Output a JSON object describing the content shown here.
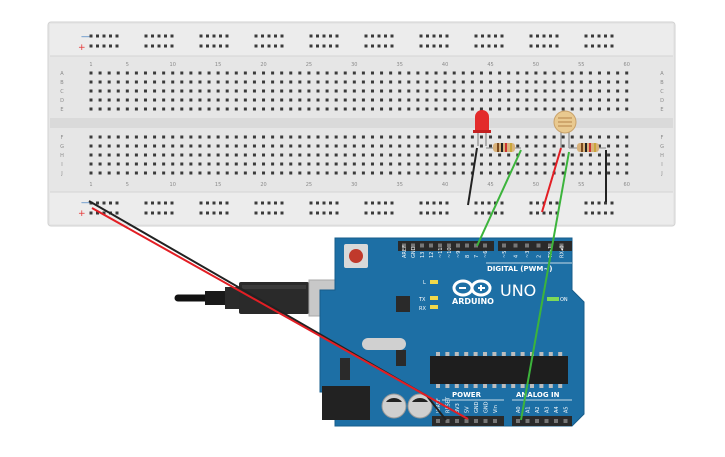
{
  "breadboard": {
    "column_numbers": [
      "1",
      "5",
      "10",
      "15",
      "20",
      "25",
      "30",
      "35",
      "40",
      "45",
      "50",
      "55",
      "60"
    ],
    "row_letters_top": [
      "A",
      "B",
      "C",
      "D",
      "E"
    ],
    "row_letters_bottom": [
      "F",
      "G",
      "H",
      "I",
      "J"
    ],
    "rail_minus": "—",
    "rail_plus": "+"
  },
  "arduino": {
    "brand": "ARDUINO",
    "model": "UNO",
    "on_label": "ON",
    "l_label": "L",
    "tx_label": "TX",
    "rx_label": "RX",
    "digital_header": "DIGITAL (PWM~)",
    "digital_pins": [
      "AREF",
      "GND",
      "13",
      "12",
      "~11",
      "~10",
      "~9",
      "8",
      "7",
      "~6",
      "~5",
      "4",
      "~3",
      "2",
      "TX▸1",
      "RX◂0"
    ],
    "power_header": "POWER",
    "power_pins": [
      "IOREF",
      "RESET",
      "3V3",
      "5V",
      "GND",
      "GND",
      "Vin"
    ],
    "analog_header": "ANALOG IN",
    "analog_pins": [
      "A0",
      "A1",
      "A2",
      "A3",
      "A4",
      "A5"
    ]
  },
  "components": {
    "led_color": "#e32b2b",
    "photoresistor_color": "#e9c98f",
    "resistor_color": "#d9b27a"
  },
  "colors": {
    "board_blue": "#1d6fa5",
    "breadboard": "#e6e6e6",
    "wire_red": "#e31e24",
    "wire_black": "#222222",
    "wire_green": "#3cb43c"
  }
}
